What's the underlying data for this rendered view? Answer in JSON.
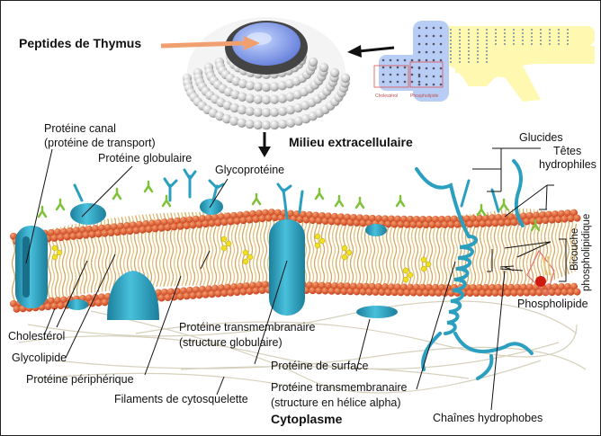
{
  "labels": {
    "peptides_thymus": "Peptides de Thymus",
    "milieu_extracellulaire": "Milieu extracellulaire",
    "proteine_canal_1": "Protéine canal",
    "proteine_canal_2": "(protéine de transport)",
    "proteine_globulaire": "Protéine globulaire",
    "glycoproteine": "Glycoprotéine",
    "glucides": "Glucides",
    "tetes_1": "Têtes",
    "tetes_2": "hydrophiles",
    "bicouche_1": "Bicouche",
    "bicouche_2": "phospholipidique",
    "phospholipide": "Phospholipide",
    "cholesterol": "Cholestérol",
    "glycolipide": "Glycolipide",
    "proteine_transmembranaire_glob_1": "Protéine transmembranaire",
    "proteine_transmembranaire_glob_2": "(structure globulaire)",
    "proteine_peripherique": "Protéine périphérique",
    "proteine_de_surface": "Protéine de surface",
    "filaments": "Filaments de cytosquelette",
    "proteine_transmembranaire_helice_1": "Protéine transmembranaire",
    "proteine_transmembranaire_helice_2": "(structure en hélice alpha)",
    "cytoplasme": "Cytoplasme",
    "chaines_hydrophobes": "Chaînes hydrophobes",
    "inset_left_caption": "Cholestérol",
    "inset_right_caption": "Phospholipide"
  },
  "colors": {
    "lipid_head": "#d9441a",
    "lipid_tail": "#e8c27a",
    "protein": "#2a9fbf",
    "cholesterol": "#f0e020",
    "glycan": "#7fc23a",
    "arrow_orange": "#f0a070"
  }
}
